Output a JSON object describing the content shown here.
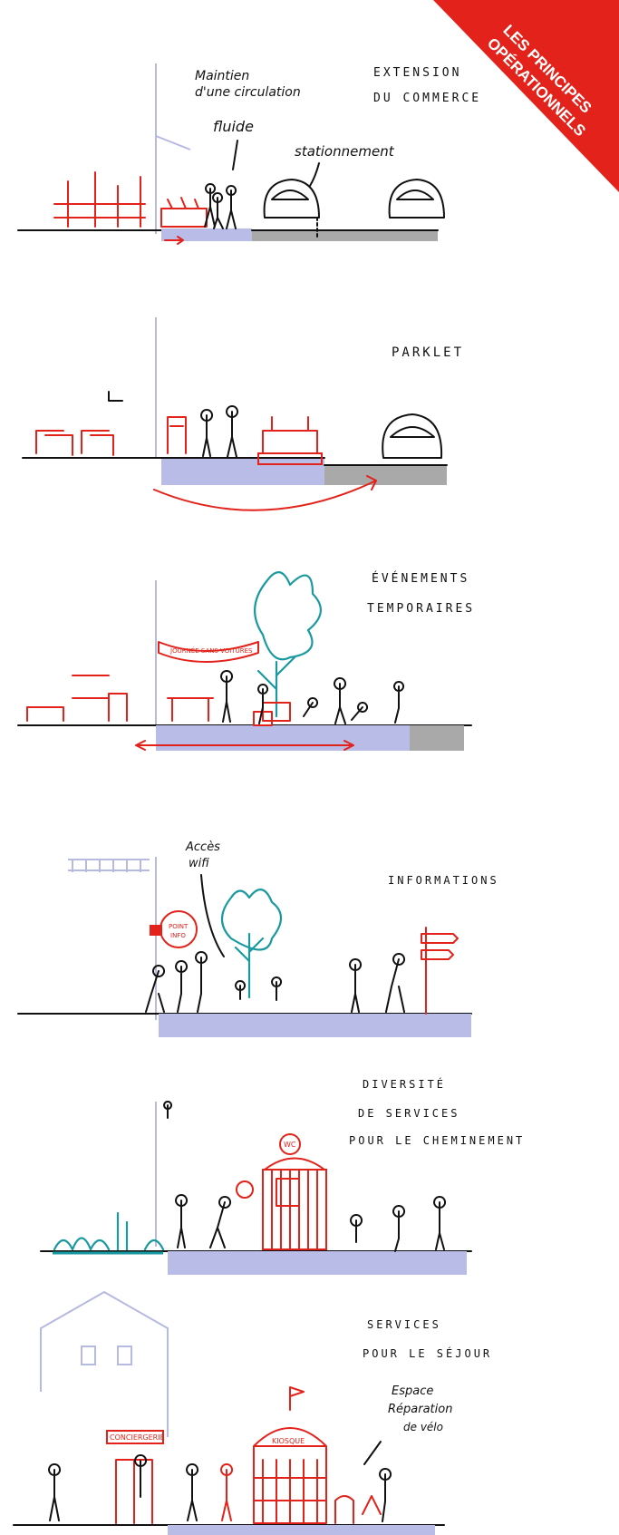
{
  "banner": {
    "line1": "LES PRINCIPES",
    "line2": "OPÉRATIONNELS",
    "color": "#e3231b"
  },
  "panels": [
    {
      "title_lines": [
        "EXTENSION",
        "DU COMMERCE"
      ],
      "notes": {
        "circulation": [
          "Maintien",
          "d'une circulation",
          "fluide"
        ],
        "parking": "stationnement"
      }
    },
    {
      "title_lines": [
        "PARKLET"
      ]
    },
    {
      "title_lines": [
        "ÉVÉNEMENTS",
        "TEMPORAIRES"
      ],
      "banner_text": "JOURNÉE SANS VOITURES"
    },
    {
      "title_lines": [
        "INFORMATIONS"
      ],
      "notes": {
        "wifi": [
          "Accès",
          "wifi"
        ],
        "info_sign": [
          "POINT",
          "INFO"
        ]
      }
    },
    {
      "title_lines": [
        "DIVERSITÉ",
        "DE SERVICES",
        "POUR LE CHEMINEMENT"
      ],
      "kiosk_sign": "WC"
    },
    {
      "title_lines": [
        "SERVICES",
        "POUR LE SÉJOUR"
      ],
      "notes": {
        "bike_repair": [
          "Espace",
          "Réparation",
          "de vélo"
        ],
        "conciergerie": "CONCIERGERIE",
        "kiosque": "KIOSQUE"
      }
    }
  ],
  "colors": {
    "accent": "#e3231b",
    "pavement": "#b9bce6",
    "road": "#a9a9a9",
    "tree": "#1a9aa0"
  }
}
